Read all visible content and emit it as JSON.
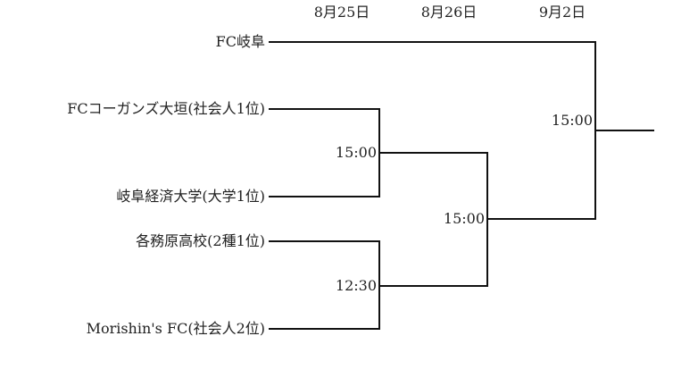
{
  "dates": [
    "8月25日",
    "8月26日",
    "9月2日"
  ],
  "teams": [
    "FC岐阜",
    "FCコーガンズ大垣(社会人1位)",
    "岐阜経済大学(大学1位)",
    "各務原高校(2種1位)",
    "Morishin's FC(社会人2位)"
  ],
  "matches": {
    "round1_a_time": "15:00",
    "round1_b_time": "12:30",
    "semifinal_time": "15:00",
    "final_time": "15:00"
  }
}
